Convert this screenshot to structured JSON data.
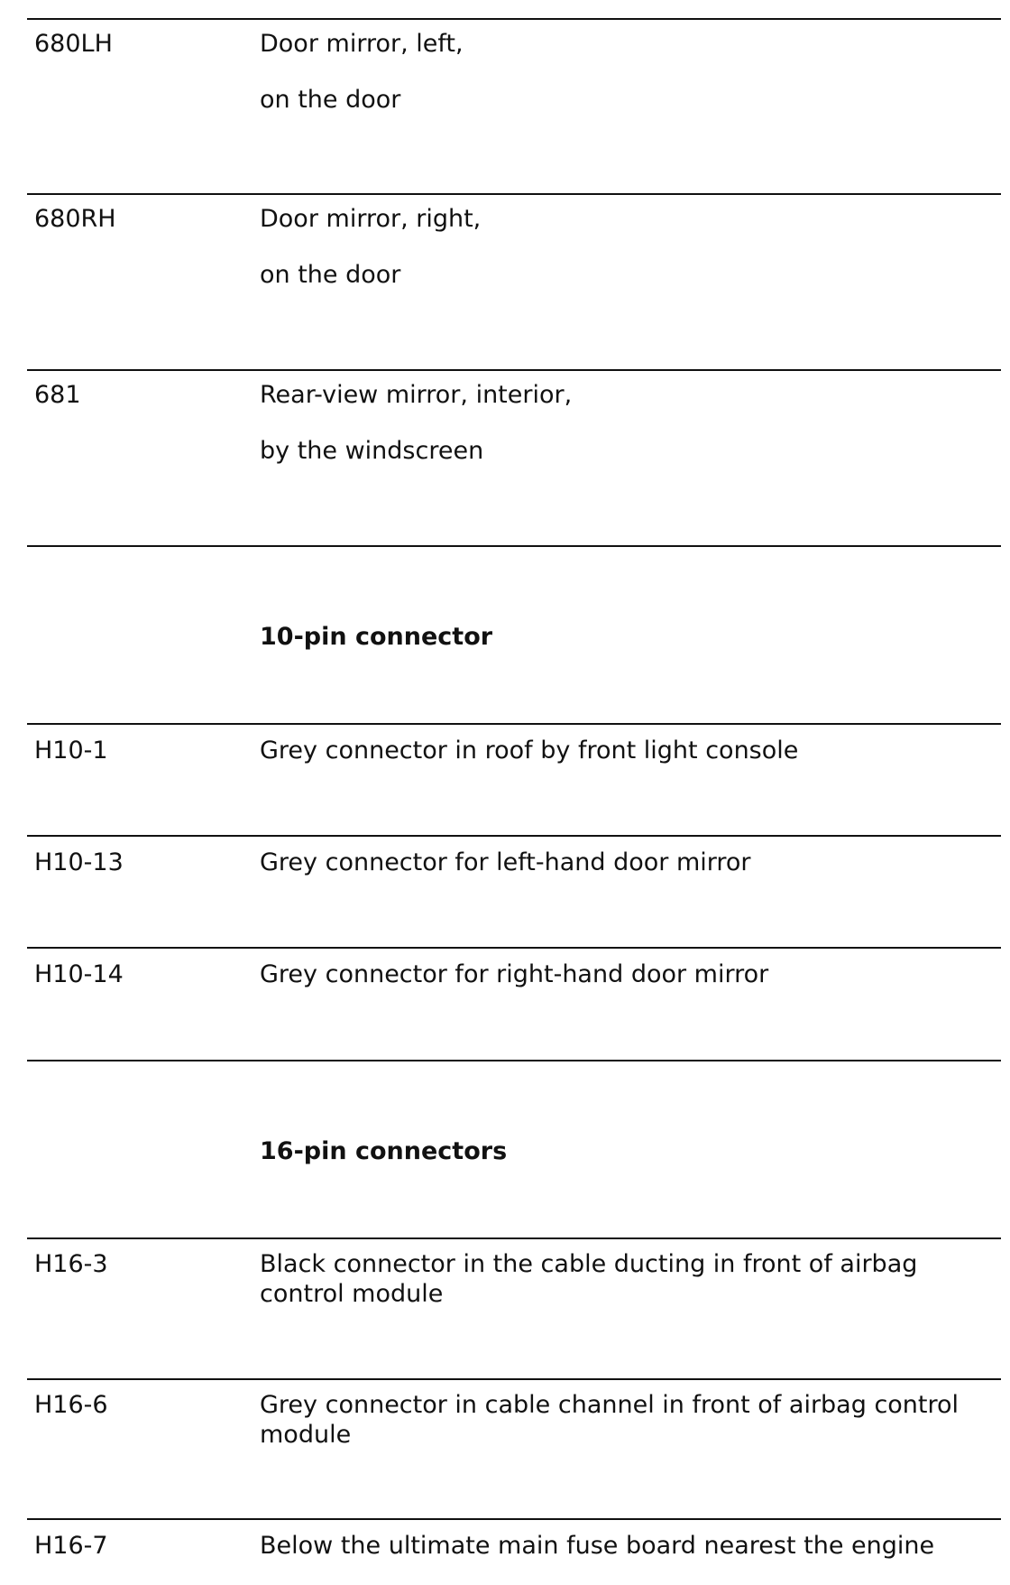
{
  "rows": [
    {
      "code": "680LH",
      "lines": [
        "Door mirror, left,",
        "on the door"
      ]
    },
    {
      "code": "680RH",
      "lines": [
        "Door mirror, right,",
        "on the door"
      ]
    },
    {
      "code": "681",
      "lines": [
        "Rear-view mirror, interior,",
        "by the windscreen"
      ]
    }
  ],
  "section_10pin": {
    "heading": "10-pin connector",
    "rows": [
      {
        "code": "H10-1",
        "desc": "Grey connector in roof by front light console"
      },
      {
        "code": "H10-13",
        "desc": "Grey connector for left-hand door mirror"
      },
      {
        "code": "H10-14",
        "desc": "Grey connector for right-hand door mirror"
      }
    ]
  },
  "section_16pin": {
    "heading": "16-pin connectors",
    "rows": [
      {
        "code": "H16-3",
        "desc": "Black connector in the cable ducting in front of airbag control module"
      },
      {
        "code": "H16-6",
        "desc": "Grey connector in cable channel in front of airbag control module"
      },
      {
        "code": "H16-7",
        "desc": "Below the ultimate main fuse board nearest the engine"
      }
    ]
  }
}
